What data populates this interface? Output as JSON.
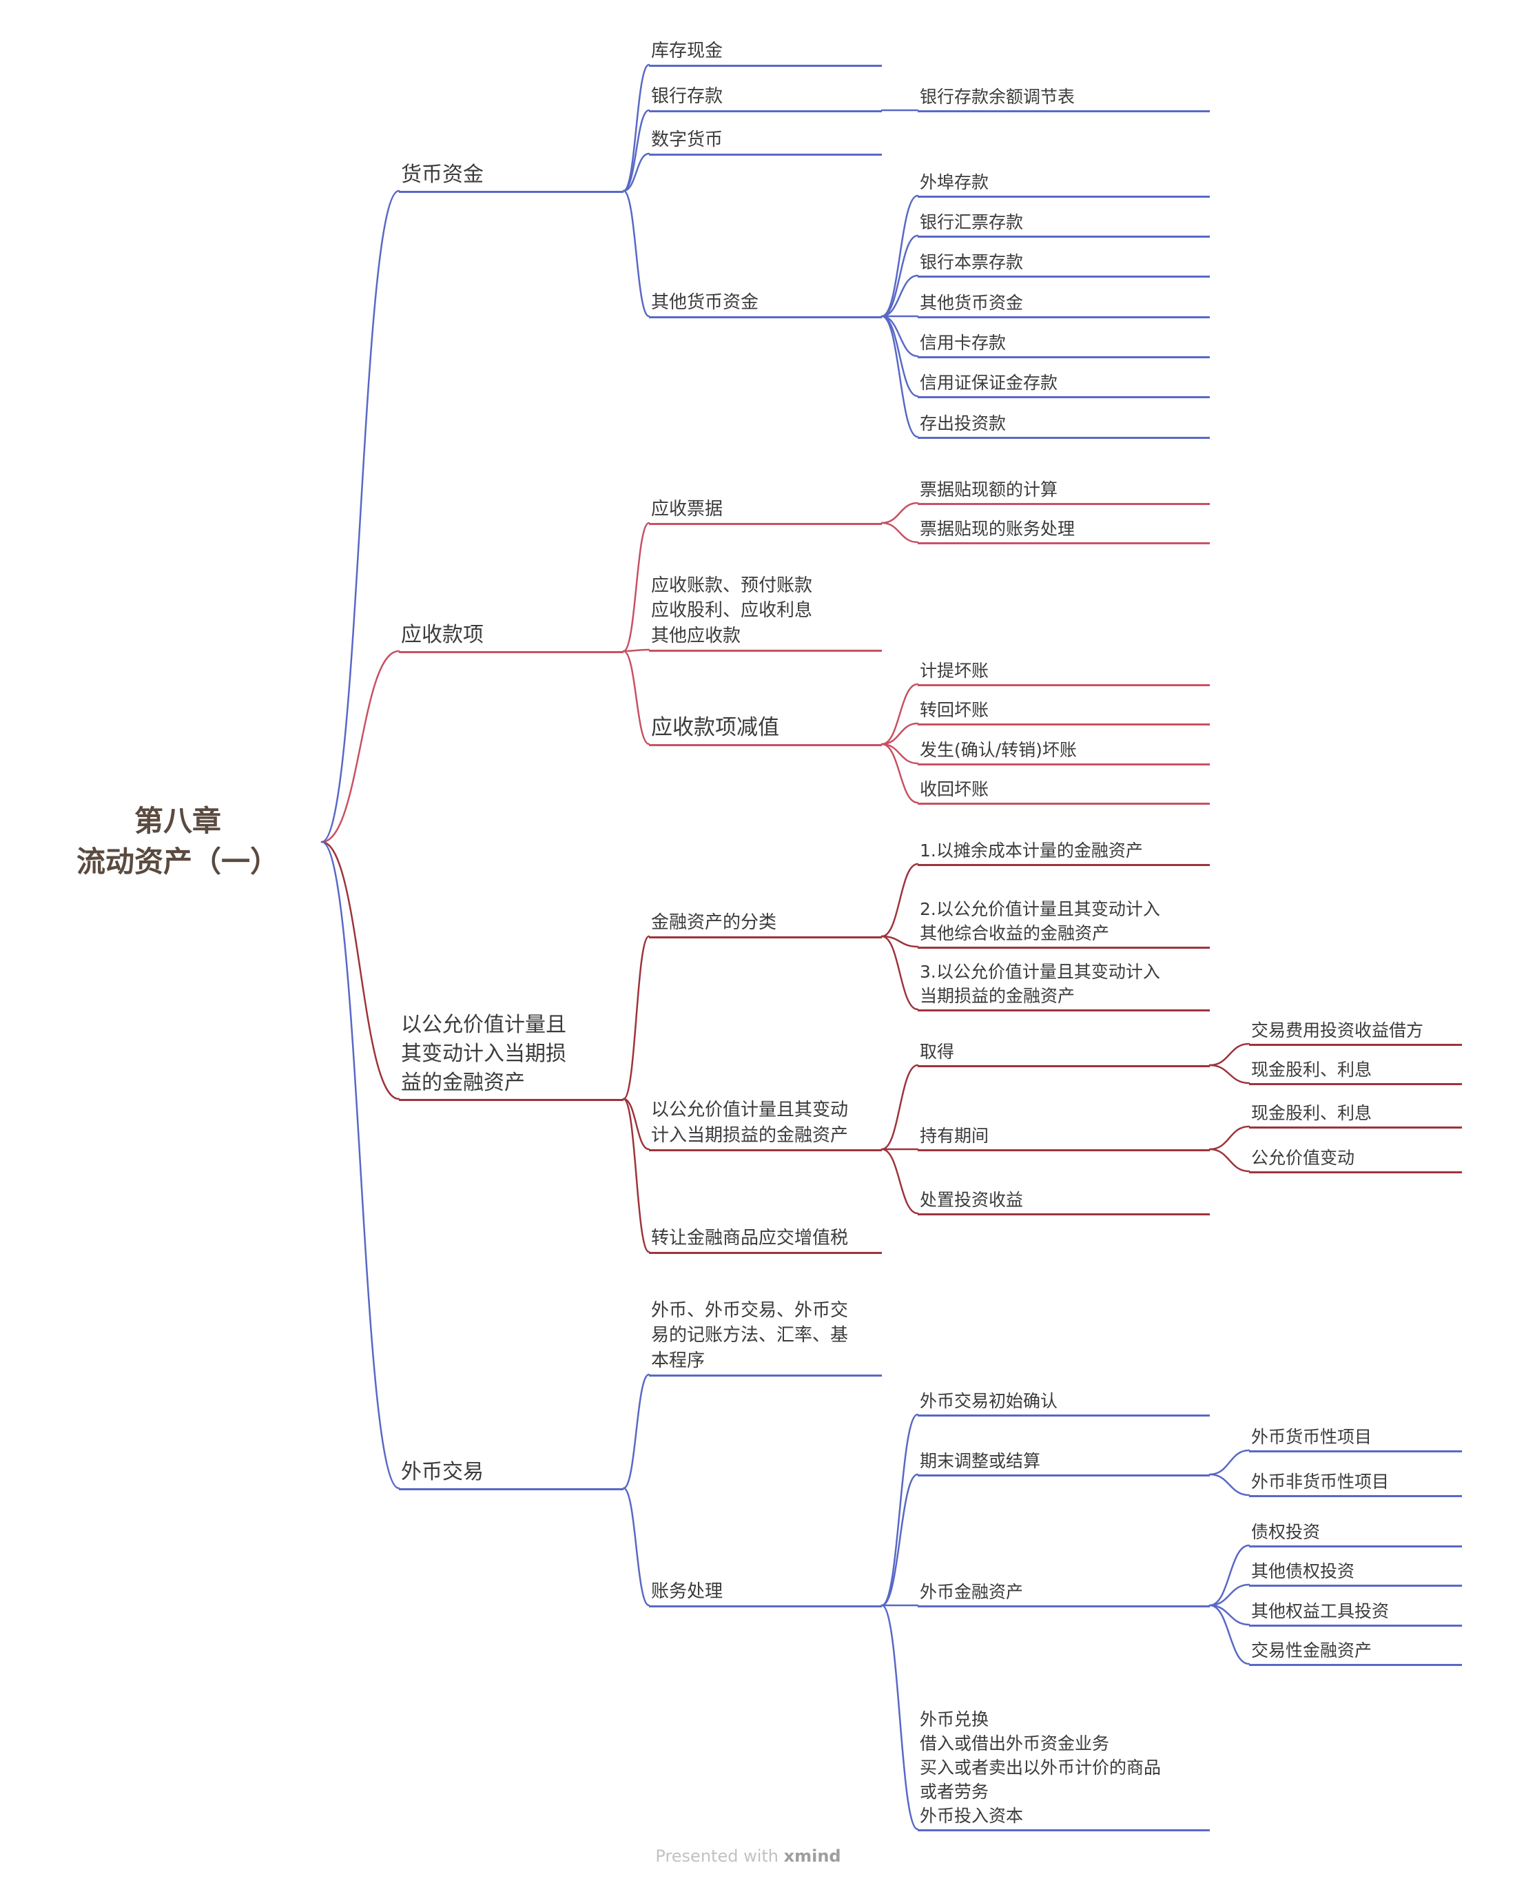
{
  "colors": {
    "blue": "#5868c6",
    "rose": "#c85063",
    "maroon": "#9d333c",
    "root_text": "#5a4a40",
    "node_text": "#3b3b3b",
    "footer_prefix": "#c2c2c2",
    "footer_brand": "#9e9e9e"
  },
  "root": {
    "id": "root",
    "label": "第八章\n流动资产（一）"
  },
  "branches": [
    {
      "id": "monetary-funds",
      "label": "货币资金",
      "color": "blue",
      "children": [
        {
          "id": "cash-on-hand",
          "label": "库存现金"
        },
        {
          "id": "bank-deposits",
          "label": "银行存款",
          "children": [
            {
              "id": "bank-reconciliation",
              "label": "银行存款余额调节表"
            }
          ]
        },
        {
          "id": "digital-currency",
          "label": "数字货币"
        },
        {
          "id": "other-monetary-funds",
          "label": "其他货币资金",
          "children": [
            {
              "id": "outport-deposit",
              "label": "外埠存款"
            },
            {
              "id": "bank-draft-deposit",
              "label": "银行汇票存款"
            },
            {
              "id": "cashier-check-deposit",
              "label": "银行本票存款"
            },
            {
              "id": "other-monetary-funds-2",
              "label": "其他货币资金"
            },
            {
              "id": "credit-card-deposit",
              "label": "信用卡存款"
            },
            {
              "id": "lc-margin-deposit",
              "label": "信用证保证金存款"
            },
            {
              "id": "investment-deposit",
              "label": "存出投资款"
            }
          ]
        }
      ]
    },
    {
      "id": "receivables",
      "label": "应收款项",
      "color": "rose",
      "children": [
        {
          "id": "notes-receivable",
          "label": "应收票据",
          "children": [
            {
              "id": "discount-calc",
              "label": "票据贴现额的计算"
            },
            {
              "id": "discount-accounting",
              "label": "票据贴现的账务处理"
            }
          ]
        },
        {
          "id": "accounts-receivable-group",
          "label": "应收账款、预付账款\n应收股利、应收利息\n其他应收款"
        },
        {
          "id": "receivables-impairment",
          "label": "应收款项减值",
          "children": [
            {
              "id": "provision-bad-debt",
              "label": "计提坏账"
            },
            {
              "id": "reverse-bad-debt",
              "label": "转回坏账"
            },
            {
              "id": "incur-bad-debt",
              "label": "发生(确认/转销)坏账"
            },
            {
              "id": "recover-bad-debt",
              "label": "收回坏账"
            }
          ]
        }
      ]
    },
    {
      "id": "fvtpl-assets",
      "label": "以公允价值计量且\n其变动计入当期损\n益的金融资产",
      "color": "maroon",
      "children": [
        {
          "id": "classification",
          "label": "金融资产的分类",
          "children": [
            {
              "id": "amortized-cost",
              "label": "1.以摊余成本计量的金融资产"
            },
            {
              "id": "fvoci",
              "label": "2.以公允价值计量且其变动计入\n其他综合收益的金融资产"
            },
            {
              "id": "fvtpl",
              "label": "3.以公允价值计量且其变动计入\n当期损益的金融资产"
            }
          ]
        },
        {
          "id": "fvtpl-accounting",
          "label": "以公允价值计量且其变动\n计入当期损益的金融资产",
          "children": [
            {
              "id": "acquisition",
              "label": "取得",
              "children": [
                {
                  "id": "transaction-fee",
                  "label": "交易费用投资收益借方"
                },
                {
                  "id": "cash-dividend-1",
                  "label": "现金股利、利息"
                }
              ]
            },
            {
              "id": "holding-period",
              "label": "持有期间",
              "children": [
                {
                  "id": "cash-dividend-2",
                  "label": "现金股利、利息"
                },
                {
                  "id": "fair-value-change",
                  "label": "公允价值变动"
                }
              ]
            },
            {
              "id": "disposal",
              "label": "处置投资收益"
            }
          ]
        },
        {
          "id": "vat-transfer",
          "label": "转让金融商品应交增值税"
        }
      ]
    },
    {
      "id": "foreign-currency",
      "label": "外币交易",
      "color": "blue",
      "children": [
        {
          "id": "fc-concepts",
          "label": "外币、外币交易、外币交\n易的记账方法、汇率、基\n本程序"
        },
        {
          "id": "fc-accounting",
          "label": "账务处理",
          "children": [
            {
              "id": "initial-recognition",
              "label": "外币交易初始确认"
            },
            {
              "id": "period-end",
              "label": "期末调整或结算",
              "children": [
                {
                  "id": "monetary-items",
                  "label": "外币货币性项目"
                },
                {
                  "id": "non-monetary-items",
                  "label": "外币非货币性项目"
                }
              ]
            },
            {
              "id": "fc-financial-assets",
              "label": "外币金融资产",
              "children": [
                {
                  "id": "debt-investment",
                  "label": "债权投资"
                },
                {
                  "id": "other-debt-investment",
                  "label": "其他债权投资"
                },
                {
                  "id": "other-equity-investment",
                  "label": "其他权益工具投资"
                },
                {
                  "id": "trading-financial-assets",
                  "label": "交易性金融资产"
                }
              ]
            },
            {
              "id": "fc-exchange",
              "label": "外币兑换\n借入或借出外币资金业务\n买入或者卖出以外币计价的商品\n或者劳务\n外币投入资本"
            }
          ]
        }
      ]
    }
  ],
  "footer": {
    "prefix": "Presented with ",
    "brand": "xmind"
  }
}
